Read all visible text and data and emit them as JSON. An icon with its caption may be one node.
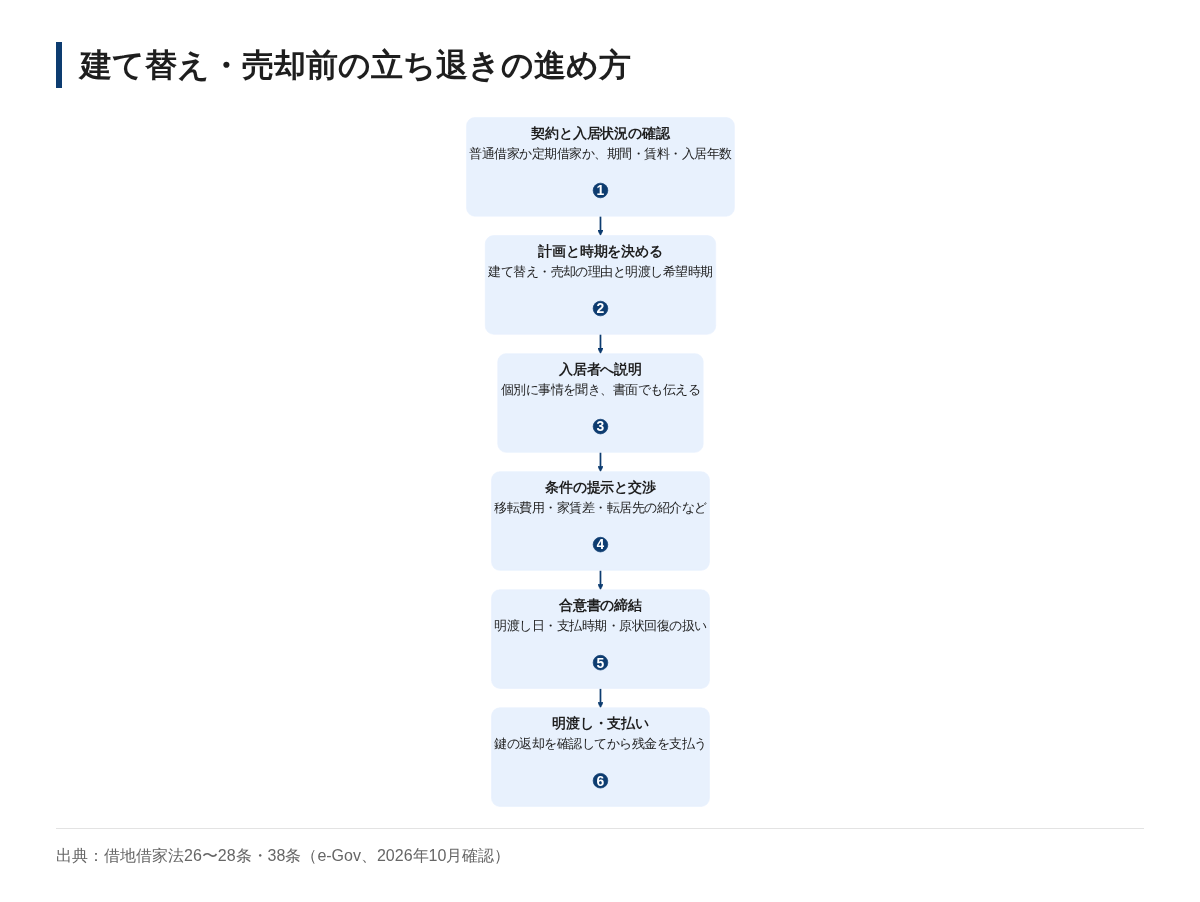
{
  "diagram": {
    "title": "建て替え・売却前の立ち退きの進め方",
    "caption": "出典：借地借家法26〜28条・38条（e-Gov、2026年10月確認）",
    "nodes": [
      {
        "text": [
          "契約と入居状況の確認",
          "普通借家か定期借家か、期間・賃料・入居年数"
        ]
      },
      {
        "text": [
          "1"
        ],
        "in": 0
      },
      {
        "text": [
          "計画と時期を決める",
          "建て替え・売却の理由と明渡し希望時期"
        ]
      },
      {
        "text": [
          "2"
        ],
        "in": 2
      },
      {
        "text": [
          "入居者へ説明",
          "個別に事情を聞き、書面でも伝える"
        ]
      },
      {
        "text": [
          "3"
        ],
        "in": 4
      },
      {
        "text": [
          "条件の提示と交渉",
          "移転費用・家賃差・転居先の紹介など"
        ]
      },
      {
        "text": [
          "4"
        ],
        "in": 6
      },
      {
        "text": [
          "合意書の締結",
          "明渡し日・支払時期・原状回復の扱い"
        ]
      },
      {
        "text": [
          "5"
        ],
        "in": 8
      },
      {
        "text": [
          "明渡し・支払い",
          "鍵の返却を確認してから残金を支払う"
        ]
      },
      {
        "text": [
          "6"
        ],
        "in": 10
      }
    ],
    "edges": [
      {
        "from": 0,
        "to": 2,
        "arrow": "to"
      },
      {
        "from": 2,
        "to": 4,
        "arrow": "to"
      },
      {
        "from": 4,
        "to": 6,
        "arrow": "to"
      },
      {
        "from": 6,
        "to": 8,
        "arrow": "to"
      },
      {
        "from": 8,
        "to": 10,
        "arrow": "to"
      }
    ]
  }
}
